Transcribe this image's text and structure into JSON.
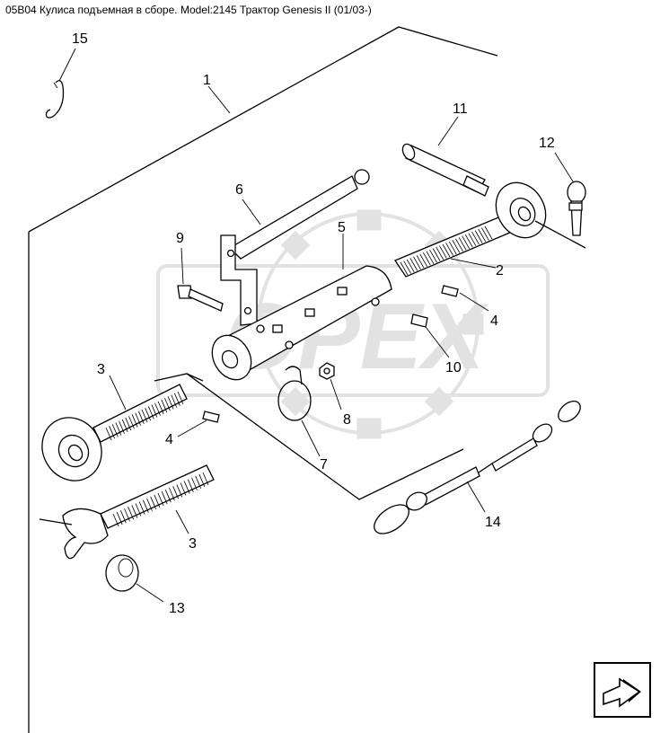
{
  "title": "05B04 Кулиса подъемная в сборе. Model:2145 Трактор Genesis II (01/03-)",
  "watermark_text": "OPEX",
  "callouts": [
    "1",
    "2",
    "3",
    "3",
    "4",
    "4",
    "5",
    "6",
    "7",
    "8",
    "9",
    "10",
    "11",
    "12",
    "13",
    "14",
    "15"
  ],
  "nav_icon": "arrow-icon",
  "colors": {
    "line": "#000000",
    "watermark": "#e2e2e2",
    "background": "#ffffff"
  }
}
